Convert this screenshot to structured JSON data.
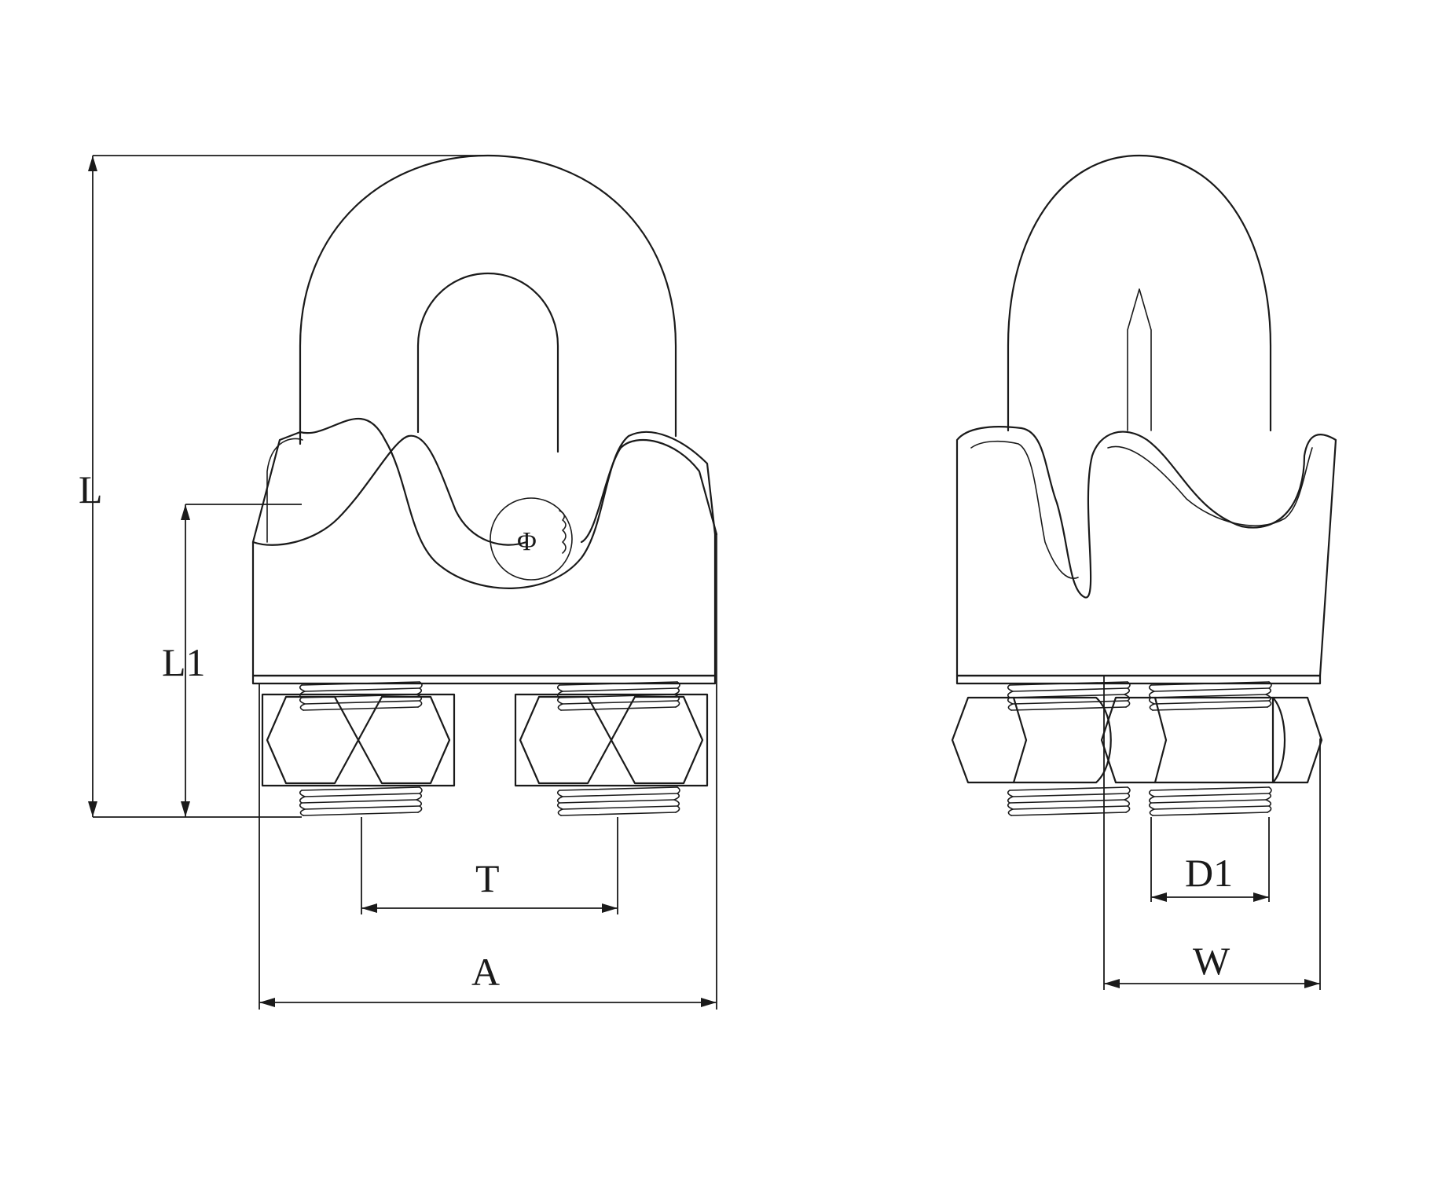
{
  "labels": {
    "L": "L",
    "L1": "L1",
    "T": "T",
    "A": "A",
    "phi": "Φ",
    "D1": "D1",
    "W": "W"
  },
  "colors": {
    "line": "#1a1a1a",
    "background": "#ffffff"
  }
}
